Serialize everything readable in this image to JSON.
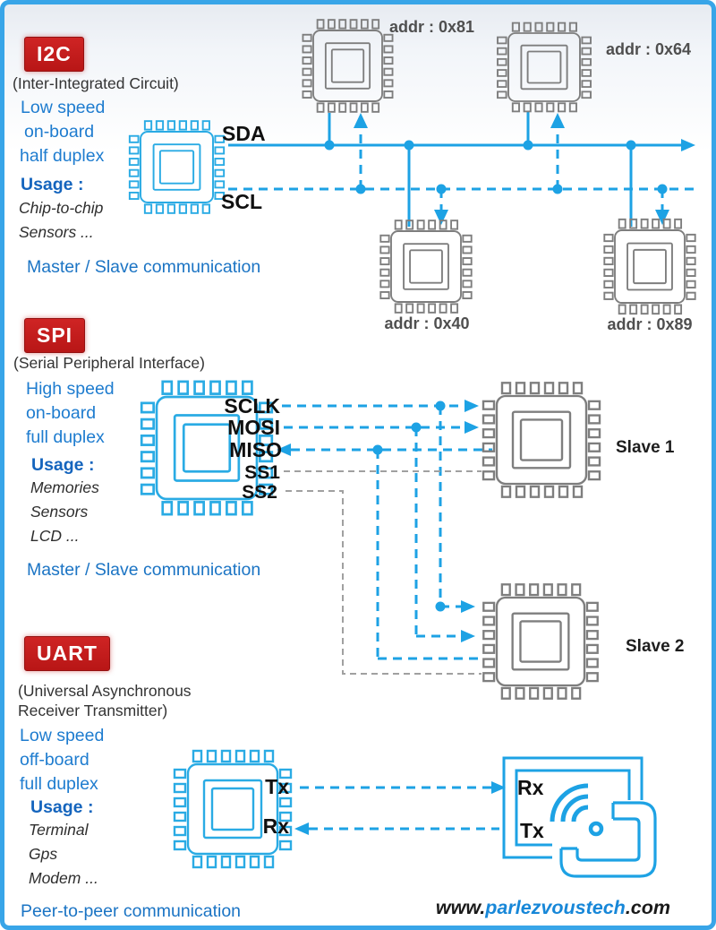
{
  "sections": {
    "i2c": {
      "badge": "I2C",
      "full_name": "(Inter-Integrated Circuit)",
      "attributes": [
        "Low speed",
        "on-board",
        "half duplex"
      ],
      "usage_label": "Usage :",
      "usage_items": [
        "Chip-to-chip",
        "Sensors ..."
      ],
      "footer": "Master / Slave communication",
      "signals": {
        "sda": "SDA",
        "scl": "SCL"
      },
      "devices": [
        {
          "addr_label": "addr : 0x81"
        },
        {
          "addr_label": "addr : 0x64"
        },
        {
          "addr_label": "addr : 0x40"
        },
        {
          "addr_label": "addr : 0x89"
        }
      ]
    },
    "spi": {
      "badge": "SPI",
      "full_name": "(Serial Peripheral Interface)",
      "attributes": [
        "High speed",
        "on-board",
        "full duplex"
      ],
      "usage_label": "Usage :",
      "usage_items": [
        "Memories",
        "Sensors",
        "LCD ..."
      ],
      "footer": "Master / Slave communication",
      "signals": {
        "sclk": "SCLK",
        "mosi": "MOSI",
        "miso": "MISO",
        "ss1": "SS1",
        "ss2": "SS2"
      },
      "slaves": [
        "Slave 1",
        "Slave 2"
      ]
    },
    "uart": {
      "badge": "UART",
      "full_name_line1": "(Universal Asynchronous",
      "full_name_line2": "Receiver Transmitter)",
      "attributes": [
        "Low speed",
        "off-board",
        "full duplex"
      ],
      "usage_label": "Usage :",
      "usage_items": [
        "Terminal",
        "Gps",
        "Modem ..."
      ],
      "footer": "Peer-to-peer communication",
      "signals": {
        "tx": "Tx",
        "rx": "Rx",
        "peer_rx": "Rx",
        "peer_tx": "Tx"
      }
    }
  },
  "footer_url": {
    "www": "www.",
    "domain": "parlezvoustech",
    "tld": ".com"
  },
  "colors": {
    "accent_blue": "#1da2e4",
    "chip_blue": "#2aabe4",
    "chip_gray": "#7e7e7e",
    "text_blue": "#1b74c4",
    "badge_red": "#c31d1d"
  }
}
